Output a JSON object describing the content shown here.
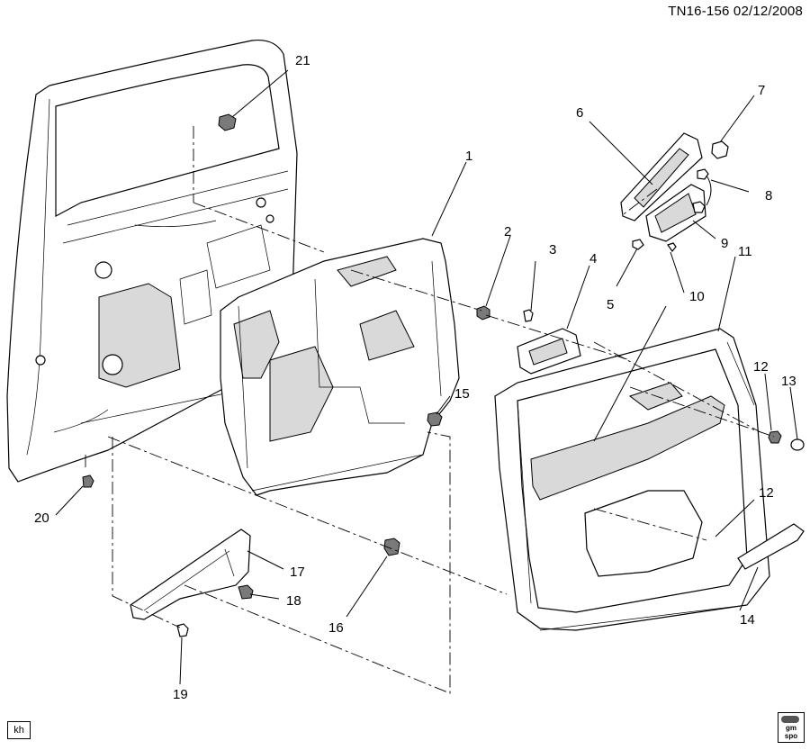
{
  "header": {
    "drawing_id": "TN16-156  02/12/2008"
  },
  "footer": {
    "corner_tag": "kh",
    "logo_text": "gm\nspo"
  },
  "callouts": [
    "1",
    "2",
    "3",
    "4",
    "5",
    "6",
    "7",
    "8",
    "9",
    "10",
    "11",
    "12",
    "12",
    "13",
    "14",
    "15",
    "16",
    "17",
    "18",
    "19",
    "20",
    "21"
  ],
  "colors": {
    "line": "#000000",
    "shade": "#d9d9d9",
    "background": "#ffffff"
  }
}
